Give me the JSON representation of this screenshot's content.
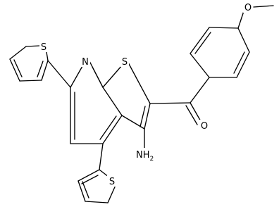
{
  "molecule": {
    "atoms": {
      "s_thiophene_top": "S",
      "n_pyridine": "N",
      "s_fused": "S",
      "o_methoxy": "O",
      "o_carbonyl": "O",
      "s_thiophene_bottom": "S",
      "nh2": "NH",
      "nh2_subscript": "2"
    }
  }
}
